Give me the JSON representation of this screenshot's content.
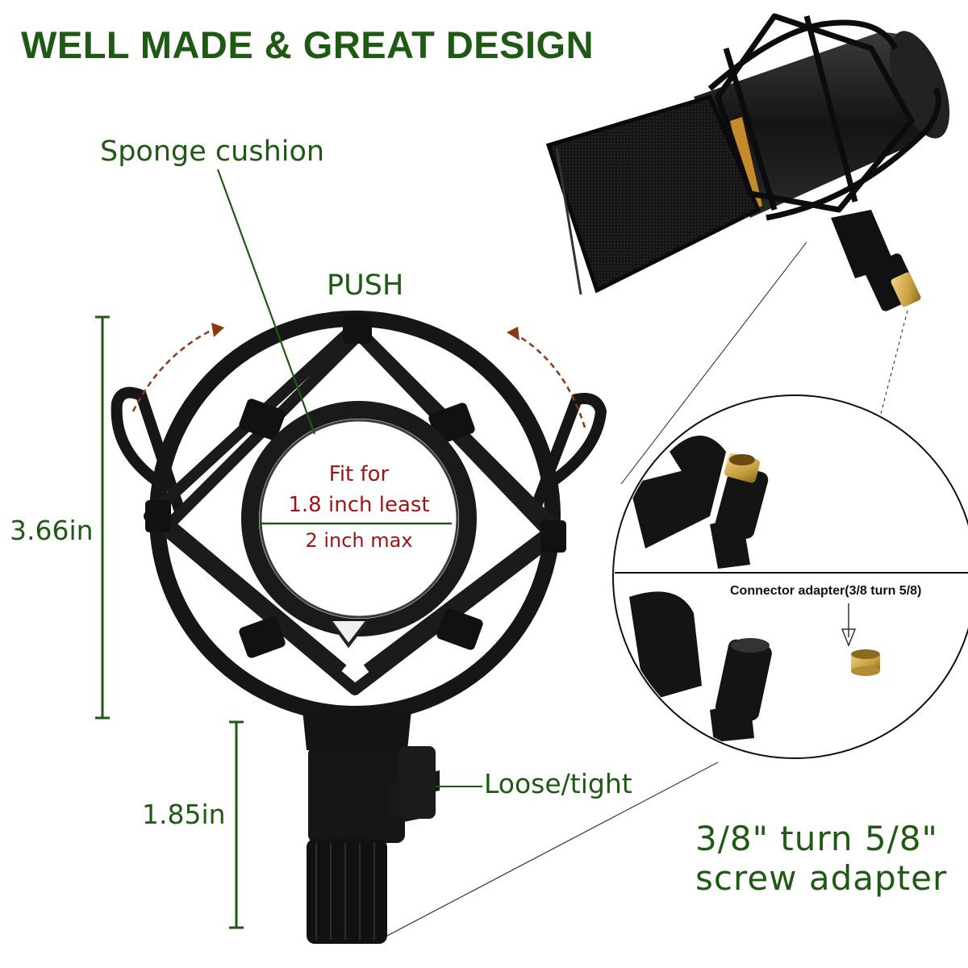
{
  "title": "WELL MADE & GREAT DESIGN",
  "labels": {
    "sponge_cushion": "Sponge cushion",
    "push": "PUSH",
    "fit_for": "Fit for",
    "least": "1.8 inch least",
    "max": "2 inch max",
    "height_upper": "3.66in",
    "height_lower": "1.85in",
    "loose_tight": "Loose/tight",
    "adapter_line1": "3/8\" turn 5/8\"",
    "adapter_line2": "screw adapter",
    "connector_adapter": "Connector adapter(3/8 turn 5/8)"
  },
  "colors": {
    "label_green": "#1f5a14",
    "fit_red": "#9c1414",
    "arrow_brown": "#8a3a12",
    "mount_black": "#151515",
    "brass": "#c9a042"
  }
}
